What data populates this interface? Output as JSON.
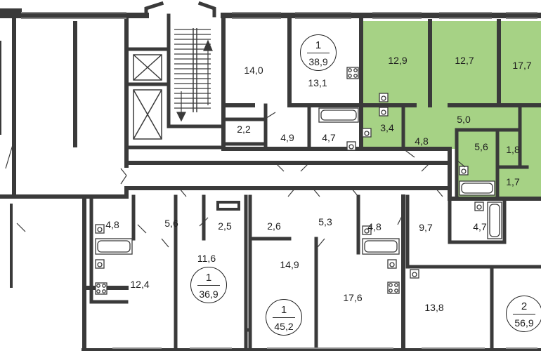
{
  "colors": {
    "highlight": "#a6d285",
    "wall": "#3a3a3a",
    "window": "#8a8a8a"
  },
  "rooms": [
    {
      "id": "r1",
      "label": "14,0"
    },
    {
      "id": "r2",
      "label": "13,1"
    },
    {
      "id": "r3",
      "label": "2,2"
    },
    {
      "id": "r4",
      "label": "4,9"
    },
    {
      "id": "r5",
      "label": "4,7"
    },
    {
      "id": "r6",
      "label": "12,9"
    },
    {
      "id": "r7",
      "label": "12,7"
    },
    {
      "id": "r8",
      "label": "17,7"
    },
    {
      "id": "r9",
      "label": "3,4"
    },
    {
      "id": "r10",
      "label": "5,0"
    },
    {
      "id": "r11",
      "label": "4,8"
    },
    {
      "id": "r12",
      "label": "5,6"
    },
    {
      "id": "r13",
      "label": "1,8"
    },
    {
      "id": "r14",
      "label": "1,7"
    },
    {
      "id": "r15",
      "label": "4,8"
    },
    {
      "id": "r16",
      "label": "5,6"
    },
    {
      "id": "r17",
      "label": "2,5"
    },
    {
      "id": "r18",
      "label": "2,6"
    },
    {
      "id": "r19",
      "label": "5,3"
    },
    {
      "id": "r20",
      "label": "4,8"
    },
    {
      "id": "r21",
      "label": "9,7"
    },
    {
      "id": "r22",
      "label": "4,7"
    },
    {
      "id": "r23",
      "label": "11,6"
    },
    {
      "id": "r24",
      "label": "12,4"
    },
    {
      "id": "r25",
      "label": "14,9"
    },
    {
      "id": "r26",
      "label": "17,6"
    },
    {
      "id": "r27",
      "label": "13,8"
    }
  ],
  "apartments": [
    {
      "id": "a1",
      "rooms": "1",
      "area": "38,9"
    },
    {
      "id": "a2",
      "rooms": "1",
      "area": "36,9"
    },
    {
      "id": "a3",
      "rooms": "1",
      "area": "45,2"
    },
    {
      "id": "a4",
      "rooms": "2",
      "area": "56,9"
    }
  ]
}
